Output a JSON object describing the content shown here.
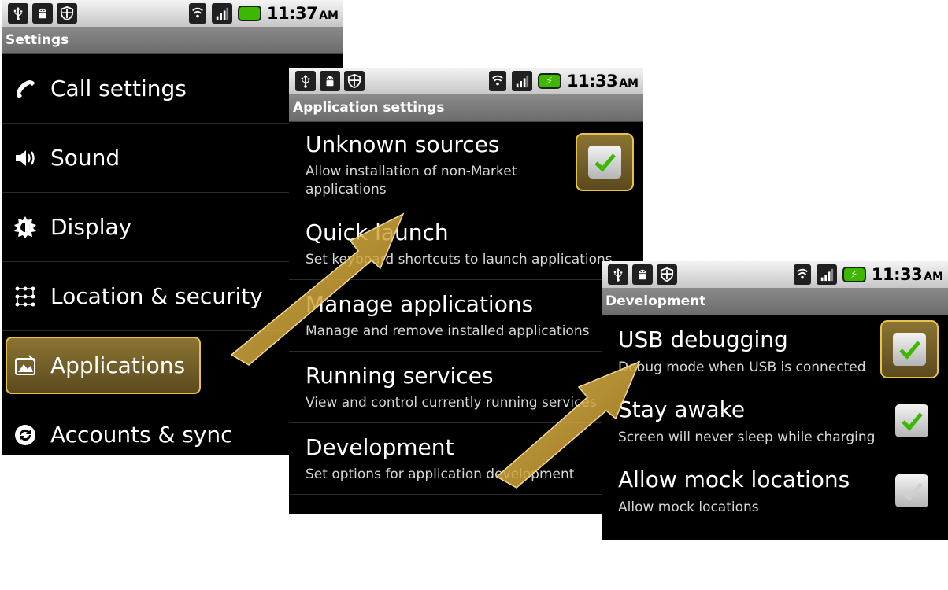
{
  "screens": {
    "settings": {
      "status": {
        "time": "11:37",
        "ampm": "AM"
      },
      "title": "Settings",
      "items": [
        {
          "label": "Call settings",
          "icon": "phone-icon"
        },
        {
          "label": "Sound",
          "icon": "speaker-icon"
        },
        {
          "label": "Display",
          "icon": "brightness-icon"
        },
        {
          "label": "Location & security",
          "icon": "location-security-icon"
        },
        {
          "label": "Applications",
          "icon": "applications-icon",
          "selected": true
        },
        {
          "label": "Accounts & sync",
          "icon": "sync-icon"
        }
      ]
    },
    "application_settings": {
      "status": {
        "time": "11:33",
        "ampm": "AM"
      },
      "title": "Application settings",
      "items": [
        {
          "title": "Unknown sources",
          "summary": "Allow installation of non-Market applications",
          "summary_line1": "Allow installation of non-Market",
          "summary_line2": "applications",
          "checked": true
        },
        {
          "title": "Quick launch",
          "summary": "Set keyboard shortcuts to launch applications"
        },
        {
          "title": "Manage applications",
          "summary": "Manage and remove installed applications"
        },
        {
          "title": "Running services",
          "summary": "View and control currently running services"
        },
        {
          "title": "Development",
          "summary": "Set options for application development"
        }
      ]
    },
    "development": {
      "status": {
        "time": "11:33",
        "ampm": "AM"
      },
      "title": "Development",
      "items": [
        {
          "title": "USB debugging",
          "summary": "Debug mode when USB is connected",
          "checked": true
        },
        {
          "title": "Stay awake",
          "summary": "Screen will never sleep while charging",
          "checked": true
        },
        {
          "title": "Allow mock locations",
          "summary": "Allow mock locations",
          "checked": false
        }
      ]
    }
  },
  "colors": {
    "highlight_border": "#e7c34a",
    "check_green": "#3cb800",
    "arrow_fill": "#d7a93a"
  }
}
